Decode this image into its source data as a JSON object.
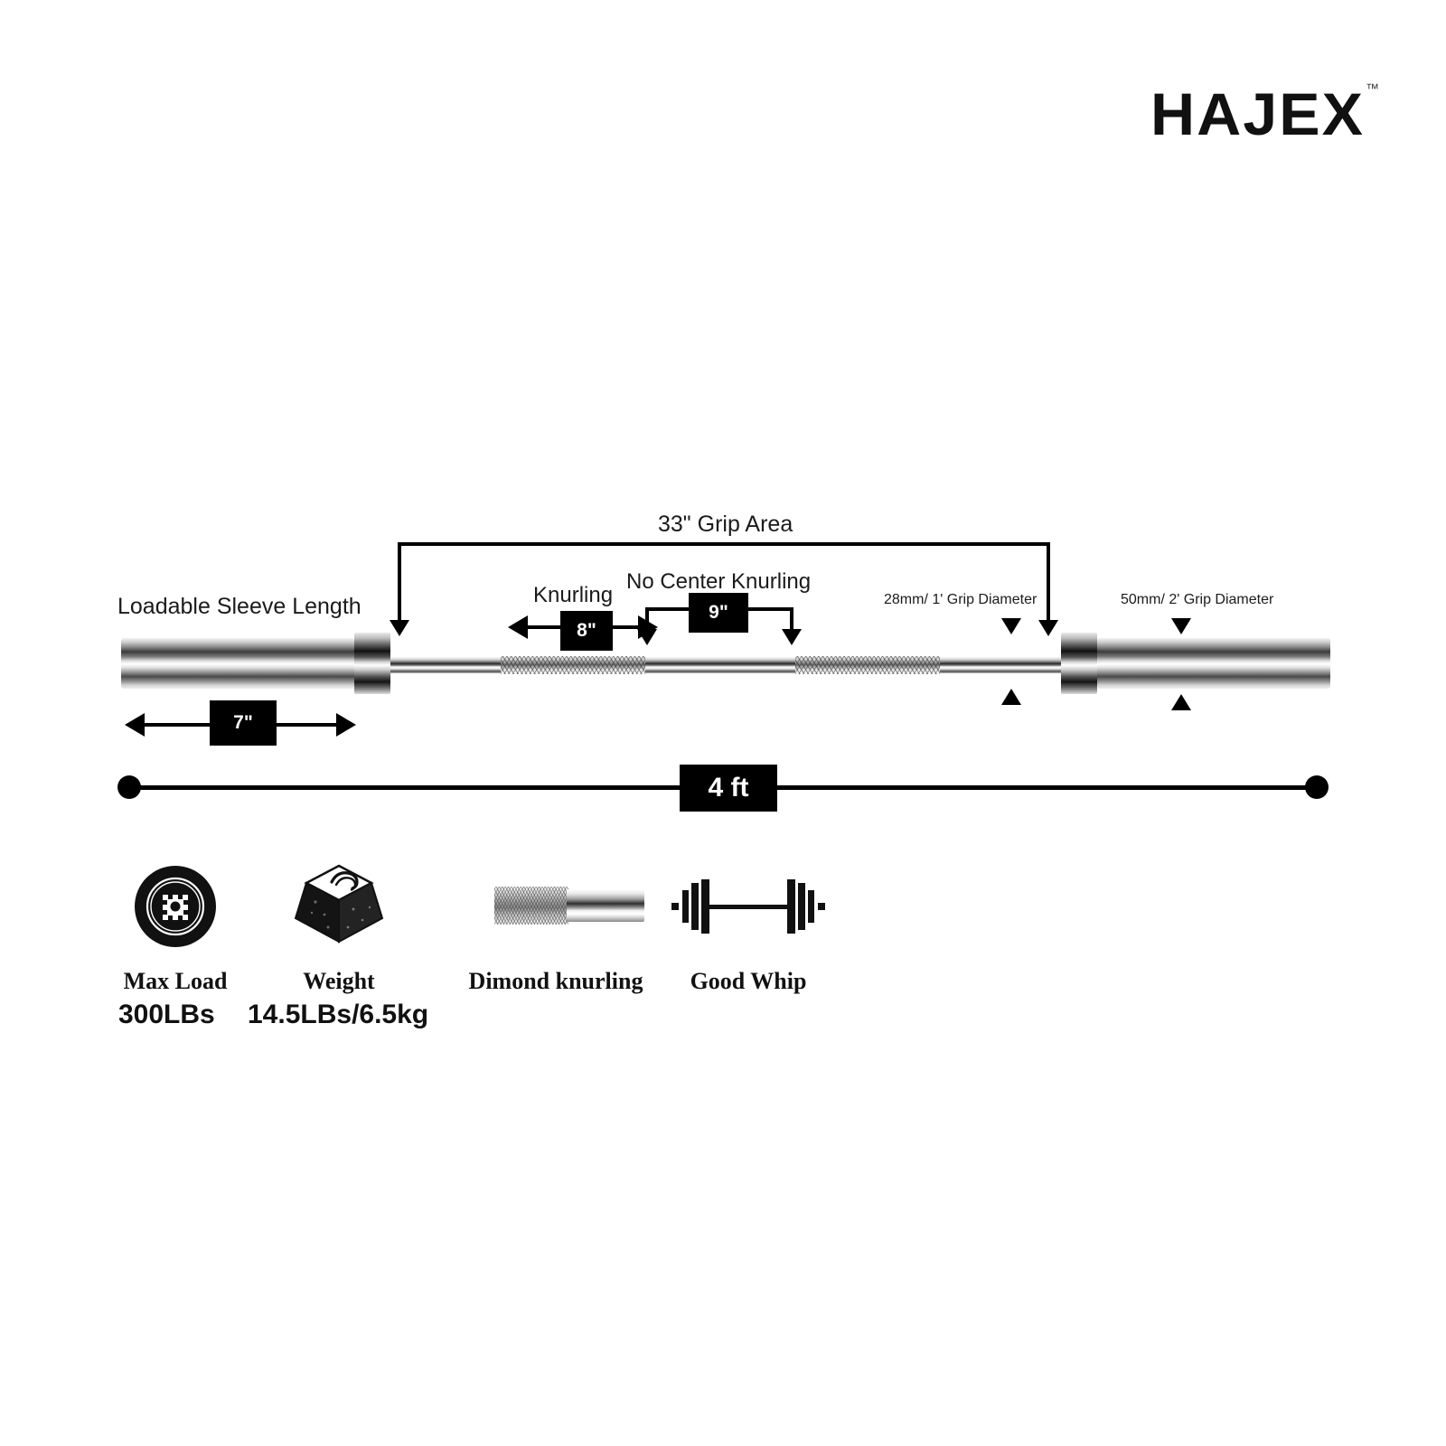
{
  "brand": {
    "name": "HAJEX",
    "trademark": "™"
  },
  "diagram": {
    "labels": {
      "grip_area": "33\" Grip Area",
      "loadable_sleeve_length": "Loadable Sleeve Length",
      "knurling": "Knurling",
      "no_center_knurling": "No Center Knurling",
      "grip_diameter_shaft": "28mm/ 1' Grip Diameter",
      "grip_diameter_sleeve": "50mm/ 2' Grip Diameter"
    },
    "badges": {
      "sleeve_length": "7\"",
      "knurling_length": "8\"",
      "center_gap_length": "9\"",
      "total_length": "4 ft"
    }
  },
  "features": [
    {
      "icon": "weight-plate-icon",
      "label": "Max Load",
      "value": "300LBs"
    },
    {
      "icon": "weight-block-icon",
      "label": "Weight",
      "value": "14.5LBs/6.5kg"
    },
    {
      "icon": "knurled-bar-icon",
      "label": "Dimond knurling",
      "value": ""
    },
    {
      "icon": "barbell-icon",
      "label": "Good Whip",
      "value": ""
    }
  ],
  "colors": {
    "ink": "#000000",
    "background": "#ffffff",
    "badge_bg": "#000000",
    "badge_text": "#ffffff"
  }
}
